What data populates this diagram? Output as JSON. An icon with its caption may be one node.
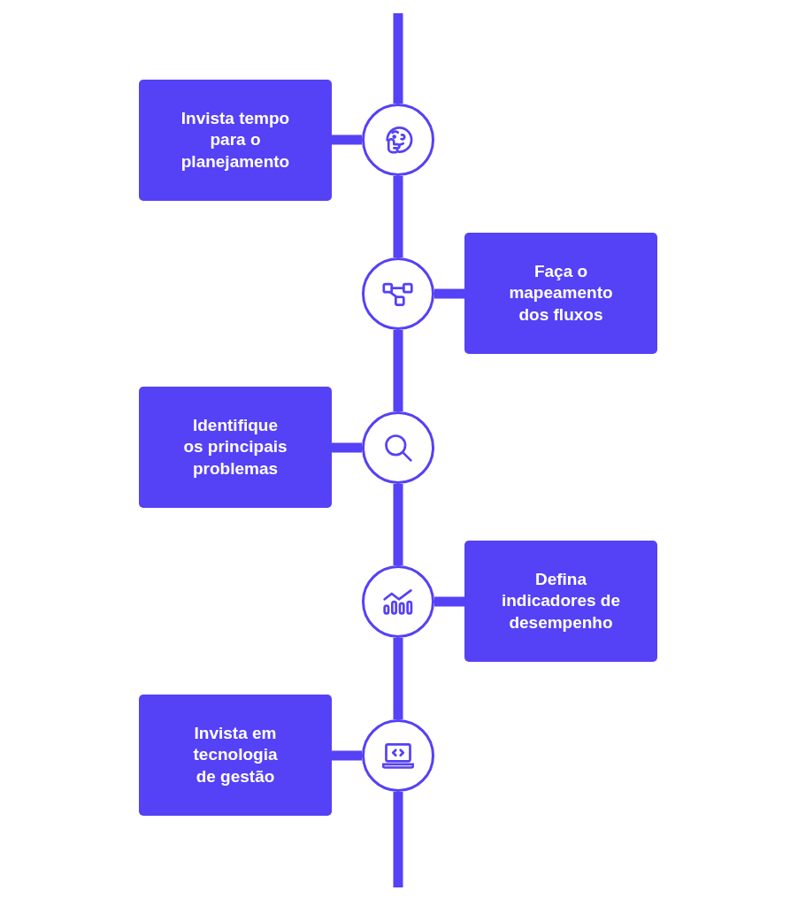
{
  "diagram": {
    "nodes": [
      {
        "text": [
          "Invista tempo para o planejamento"
        ]
      },
      {
        "text": [],
        "shape": "circle"
      },
      {
        "text": [
          "Faça o mapeamento dos fluxos"
        ]
      },
      {
        "text": [],
        "shape": "circle"
      },
      {
        "text": [
          "Identifique os principais problemas"
        ]
      },
      {
        "text": [],
        "shape": "circle"
      },
      {
        "text": [
          "Defina indicadores de desempenho"
        ]
      },
      {
        "text": [],
        "shape": "circle"
      },
      {
        "text": [
          "Invista em tecnologia de gestão"
        ]
      },
      {
        "text": [],
        "shape": "circle"
      }
    ],
    "edges": [
      {
        "from": null,
        "to": 1,
        "arrow": "none"
      },
      {
        "from": 0,
        "to": 1,
        "arrow": "none"
      },
      {
        "from": 1,
        "to": 3,
        "arrow": "none"
      },
      {
        "from": 2,
        "to": 3,
        "arrow": "none"
      },
      {
        "from": 3,
        "to": 5,
        "arrow": "none"
      },
      {
        "from": 4,
        "to": 5,
        "arrow": "none"
      },
      {
        "from": 5,
        "to": 7,
        "arrow": "none"
      },
      {
        "from": 6,
        "to": 7,
        "arrow": "none"
      },
      {
        "from": 7,
        "to": 9,
        "arrow": "none"
      },
      {
        "from": 8,
        "to": 9,
        "arrow": "none"
      },
      {
        "from": 9,
        "to": null,
        "arrow": "none"
      }
    ]
  }
}
